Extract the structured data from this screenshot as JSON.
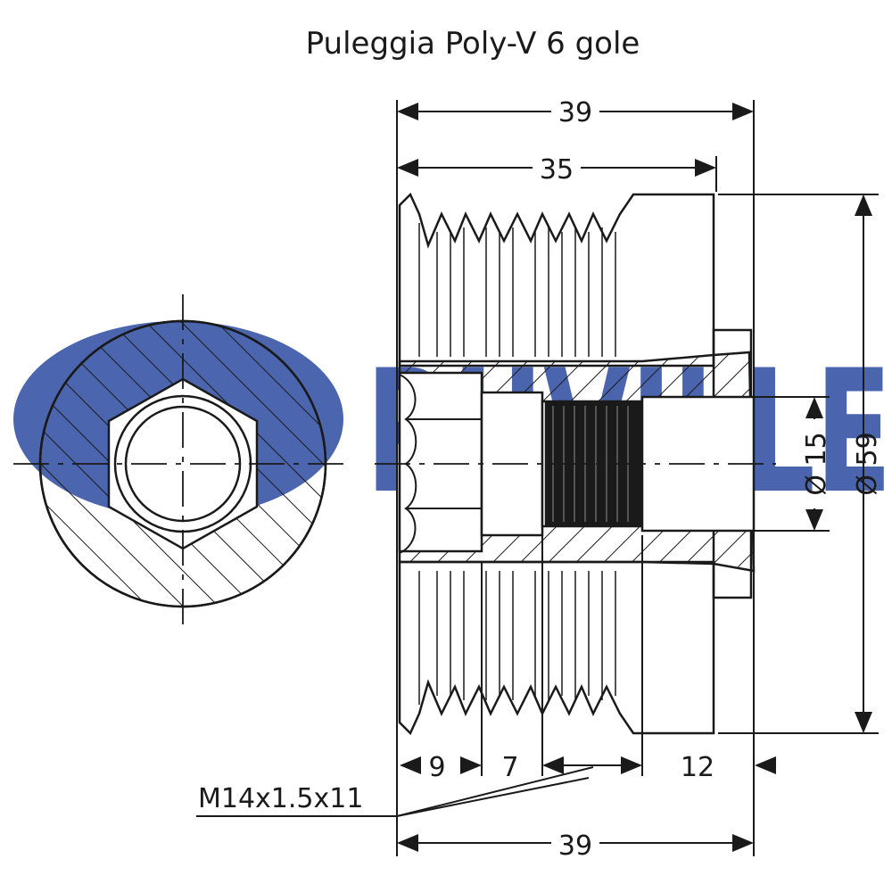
{
  "title": "Puleggia Poly-V 6 gole",
  "watermark": {
    "text": "RUVILLE",
    "color": "#2b4aa0"
  },
  "dimensions": {
    "overall_top": "39",
    "pulley_width": "35",
    "overall_bottom": "39",
    "seg_a": "9",
    "seg_b": "7",
    "seg_c": "12",
    "bore_dia": "Ø 15",
    "outer_dia": "Ø 59"
  },
  "thread_note": "M14x1.5x11",
  "line_color": "#1a1a1a"
}
